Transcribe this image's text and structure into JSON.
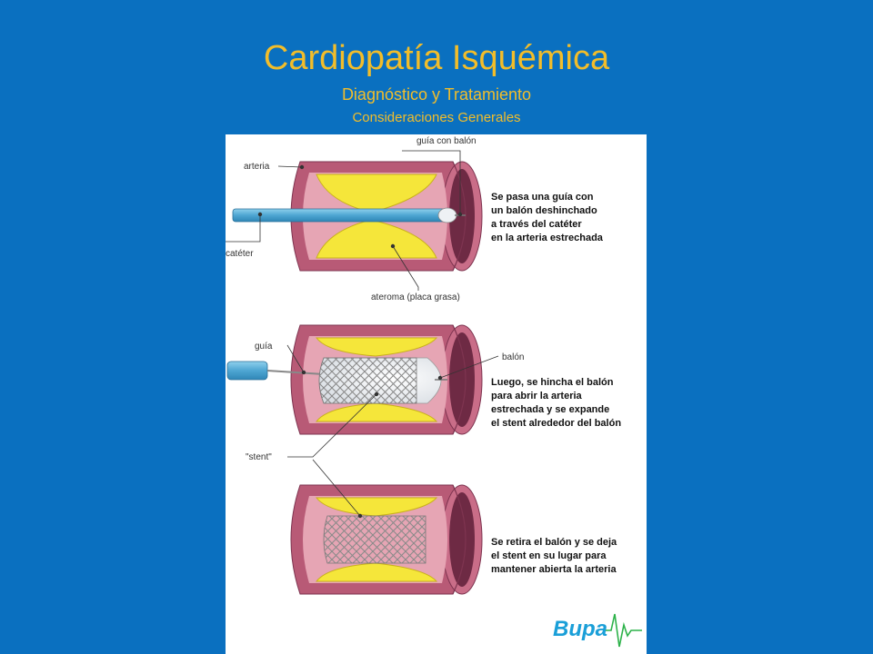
{
  "header": {
    "title": "Cardiopatía Isquémica",
    "subtitle": "Diagnóstico y Tratamiento",
    "subsubtitle": "Consideraciones Generales"
  },
  "colors": {
    "background": "#0a70c0",
    "title": "#f2bd2a",
    "artery_wall": "#b85a76",
    "plaque": "#f5e63a",
    "catheter": "#5fb2d8",
    "logo": "#1a9fd8"
  },
  "stages": [
    {
      "labels": {
        "guide_balloon": "guía con balón",
        "artery": "arteria",
        "catheter": "catéter",
        "atheroma": "ateroma (placa grasa)"
      },
      "description": [
        "Se pasa una guía con",
        "un balón deshinchado",
        "a través del catéter",
        "en la arteria estrechada"
      ]
    },
    {
      "labels": {
        "guide": "guía",
        "balloon": "balón",
        "stent": "\"stent\""
      },
      "description": [
        "Luego, se hincha el balón",
        "para abrir la arteria",
        "estrechada y se expande",
        "el stent alrededor del balón"
      ]
    },
    {
      "description": [
        "Se retira el balón y se deja",
        "el stent en su lugar para",
        "mantener abierta la arteria"
      ]
    }
  ],
  "logo": "Bupa"
}
